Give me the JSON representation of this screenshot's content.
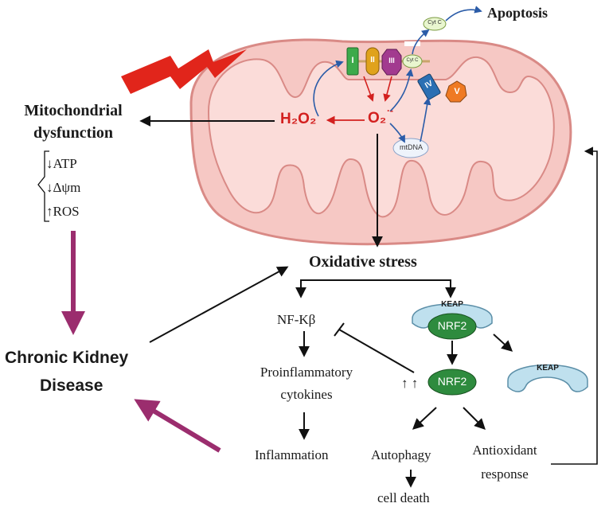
{
  "labels": {
    "apoptosis": "Apoptosis",
    "mito_dysfunction_line1": "Mitochondrial",
    "mito_dysfunction_line2": "dysfunction",
    "atp": "↓ATP",
    "delta_psi": "↓Δψm",
    "ros": "↑ROS",
    "ckd_line1": "Chronic Kidney",
    "ckd_line2": "Disease",
    "h2o2": "H₂O₂",
    "o2": "O₂",
    "o2_sup": "·-",
    "mtdna": "mtDNA",
    "cytc_top": "Cyt C",
    "cytc_chain": "Cyt C",
    "complex_1": "I",
    "complex_2": "II",
    "complex_3": "III",
    "complex_4": "IV",
    "complex_5": "V",
    "oxidative_stress": "Oxidative stress",
    "nfkb": "NF-Kβ",
    "proinflammatory_line1": "Proinflammatory",
    "proinflammatory_line2": "cytokines",
    "inflammation": "Inflammation",
    "keap_bound": "KEAP",
    "nrf2_bound": "NRF2",
    "keap_free": "KEAP",
    "nrf2_free": "NRF2",
    "upregulation": "↑ ↑",
    "autophagy": "Autophagy",
    "antioxidant_line1": "Antioxidant",
    "antioxidant_line2": "response",
    "cell_death": "cell death"
  },
  "colors": {
    "mito_outer": "#f6c8c4",
    "mito_stroke": "#d98a86",
    "mito_inner": "#fbdcd9",
    "ros_red": "#d3201f",
    "bolt_red": "#e1251b",
    "magenta_arrow": "#9b2d6e",
    "nrf2_green": "#2e8b3e",
    "keap_blue": "#bfe0ee",
    "complex_1": "#3daa4b",
    "complex_2": "#e0a21c",
    "complex_3": "#a23a8f",
    "complex_4": "#2b6fb3",
    "complex_5": "#ef7a23",
    "cytc_fill": "#e9f6cf",
    "blue_arrow": "#2b5ca8"
  }
}
